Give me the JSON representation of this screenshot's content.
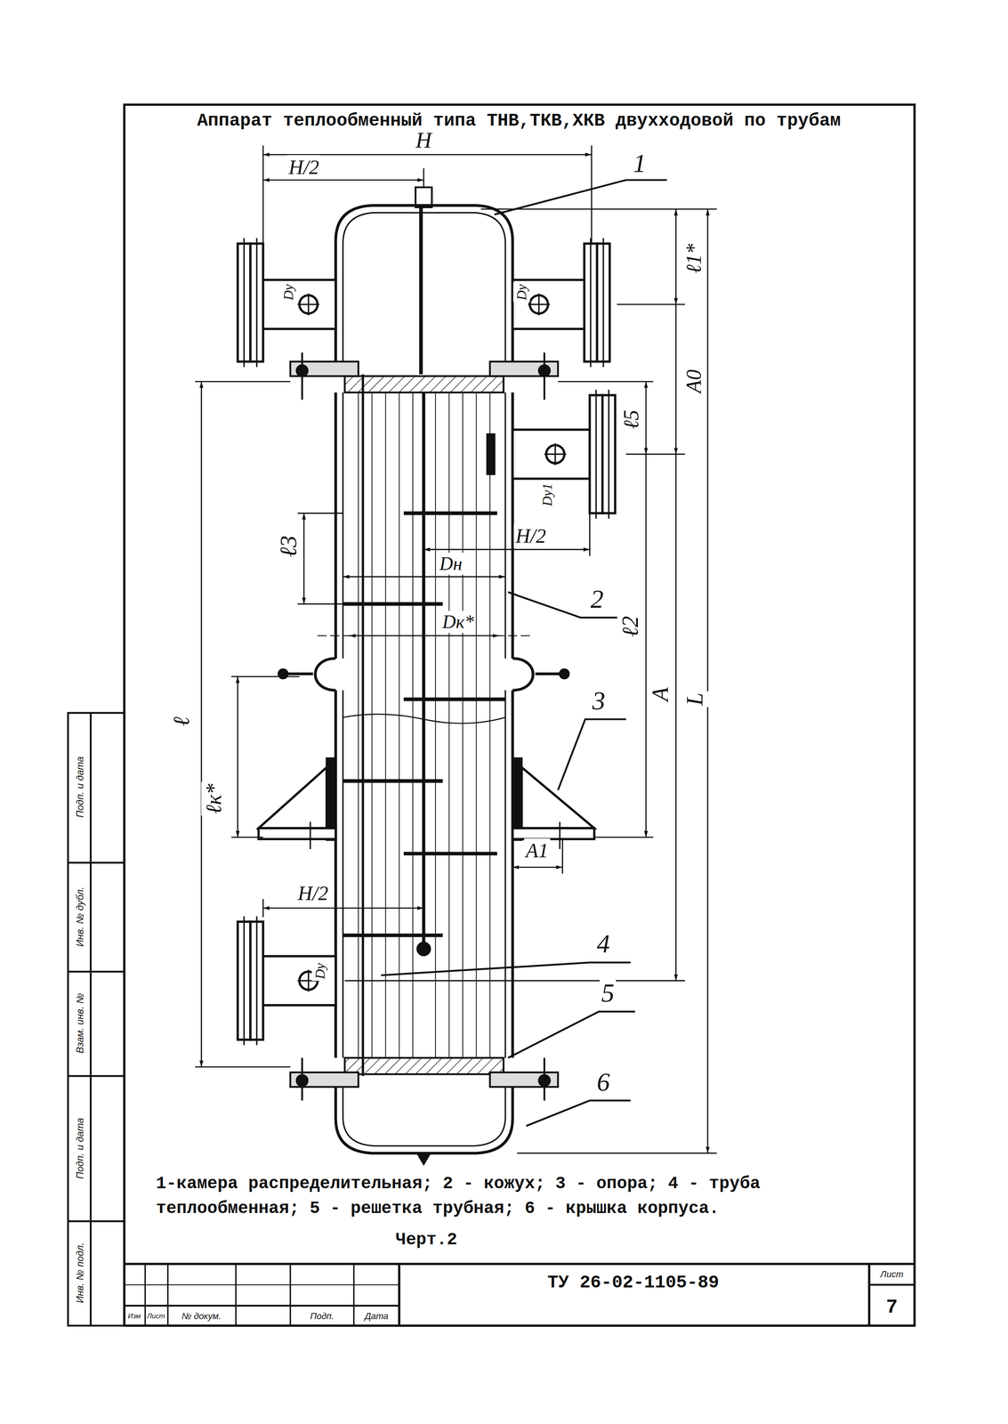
{
  "diagram": {
    "title": "Аппарат теплообменный типа ТНВ,ТКВ,ХКВ двухходовой по трубам",
    "caption": "1-камера распределительная; 2 - кожух; 3 - опора; 4 - труба теплообменная; 5 - решетка трубная; 6 - крышка корпуса.",
    "labels": [
      "H",
      "H/2",
      "1",
      "ℓ1*",
      "Dу",
      "Dу",
      "A0",
      "ℓ5",
      "H/2",
      "Dу1",
      "ℓ3",
      "Dн",
      "Dк*",
      "2",
      "ℓ2",
      "A",
      "L",
      "ℓ",
      "3",
      "ℓк*",
      "A1",
      "H/2",
      "Dу",
      "4",
      "5",
      "6",
      "Черт.2",
      "ТУ 26-02-1105-89",
      "Лист",
      "7",
      "Изм",
      "Лист",
      "№ докум.",
      "Подп.",
      "Дата",
      "Подп. и дата",
      "Инв. № дубл.",
      "Взам. инв. №",
      "Подп. и дата",
      "Инв. № подл."
    ]
  }
}
